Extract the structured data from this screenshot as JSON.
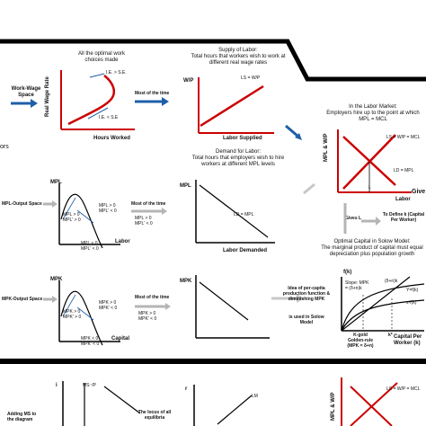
{
  "colors": {
    "axis": "#cc0000",
    "line": "#cc0000",
    "arrow_blue": "#1f5fa8",
    "black": "#000000",
    "grey_arrow": "#b5b5b5"
  },
  "left_edge": {
    "label": "ors"
  },
  "work_wage": {
    "side_label": "Work-Wage Space",
    "title": "All the optimal work choices made",
    "ylabel": "Real Wage Rate",
    "xlabel": "Hours Worked",
    "upper_note": "I.E. > S.E.",
    "lower_note": "I.E. < S.E",
    "arrow_note": "Most of the time"
  },
  "supply_labor": {
    "title": "Supply of Labor:",
    "subtitle": "Total hours that workers wish to work at different real wage rates",
    "ylabel": "W/P",
    "curve_label": "LS = W/P",
    "xlabel": "Labor Supplied"
  },
  "labor_market": {
    "title": "In the Labor Market:",
    "subtitle": "Employers hire up to the point at which MPL = MCL",
    "ylabel": "MPL & W/P",
    "supply_label": "LS = W/P = MCL",
    "demand_label": "LD = MPL",
    "x_mark": "L",
    "xlabel": "Labor",
    "right_cut": "Give"
  },
  "mpl_space": {
    "side_label": "MPL-Output Space",
    "ylabel": "MPL",
    "xlabel": "Labor",
    "top_a": "MPL > 0",
    "top_b": "MPL' > 0",
    "mid_a": "MPL > 0",
    "mid_b": "MPL' < 0",
    "bot_a": "MPL < 0",
    "bot_b": "MPL' < 0",
    "note_title": "Most of the time",
    "note_a": "MPL > 0",
    "note_b": "MPL' < 0"
  },
  "demand_labor": {
    "title": "Demand for Labor:",
    "subtitle": "Total hours that employers wish to hire workers at different MPL levels",
    "ylabel": "MPL",
    "curve_label": "LD = MPL",
    "xlabel": "Labor Demanded"
  },
  "gives_l": {
    "label": "Gives L",
    "target": "To Define k (Capital Per Worker)"
  },
  "solow": {
    "title": "Optimal Capital in Solow Model:",
    "subtitle": "The marginal product of capital must equal depreciation plus population growth",
    "ylabel": "f(k)",
    "slope_text": "Slope: MPK = (δ+n)k",
    "line_label": "(δ+n)k",
    "y1": "Y=f(k)",
    "y2": "s·f(k)",
    "k_gold": "K-gold Golden-rule (MPK = δ+n)",
    "k_star": "k*",
    "xlabel": "Capital Per Worker (k)"
  },
  "mpk_space": {
    "side_label": "MPK-Output Space",
    "ylabel": "MPK",
    "xlabel": "Capital",
    "top_a": "MPK > 0",
    "top_b": "MPK' > 0",
    "mid_a": "MPK > 0",
    "mid_b": "MPK' < 0",
    "bot_a": "MPK < 0",
    "bot_b": "MPK' < 0",
    "note_title": "Most of the time",
    "note_a": "MPK > 0",
    "note_b": "MPK' < 0"
  },
  "mpk_demand": {
    "ylabel": "MPK"
  },
  "percapita_box": {
    "text": "Idea of per-capita production function & diminishing MPK",
    "note": "is used in Solow Model"
  },
  "bottom": {
    "adding_ms": "Adding MS  to the diagram",
    "i_label": "i",
    "ms_label": "MS⁻/P",
    "locus": "The locus of all equilibria",
    "r_label": "r",
    "lm_label": "LM",
    "mpl_wp": "MPL & W/P",
    "ls_label": "LS = W/P = MCL"
  }
}
